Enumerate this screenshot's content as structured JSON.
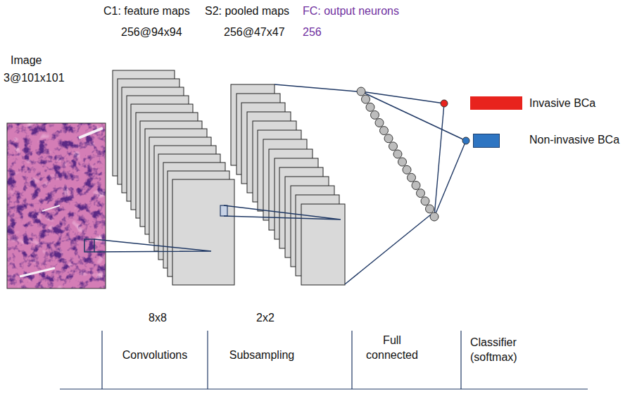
{
  "diagram": {
    "nodes": [
      {
        "text": [
          "Image",
          "3@101x101"
        ]
      },
      {
        "text": [
          "C1: feature maps",
          "256@94x94"
        ]
      },
      {
        "text": [
          "S2: pooled maps",
          "256@47x47"
        ]
      },
      {
        "text": [
          "FC: output neurons",
          "256"
        ]
      }
    ],
    "edges": [
      {
        "from": 0,
        "to": 1,
        "arrow": "none"
      },
      {
        "from": 1,
        "to": 2,
        "arrow": "none"
      },
      {
        "from": 2,
        "to": 3,
        "arrow": "none"
      }
    ],
    "labels": [
      "8x8",
      "2x2",
      "Convolutions",
      "Subsampling",
      "Full connected",
      "Classifier (softmax)"
    ],
    "legend": [
      {
        "text": "Invasive BCa",
        "color": "#e8231d"
      },
      {
        "text": "Non-invasive BCa",
        "color": "#2e75c2"
      }
    ]
  }
}
